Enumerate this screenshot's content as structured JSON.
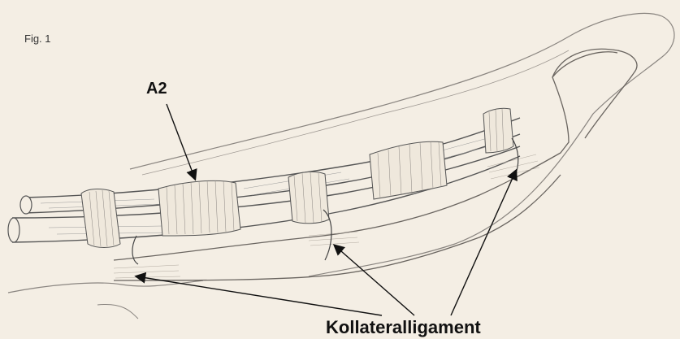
{
  "figure": {
    "label": "Fig. 1",
    "background": "#f4eee4",
    "ink": "#4a4a4a"
  },
  "annotations": {
    "pulley": "A2",
    "ligament": "Kollateralligament"
  }
}
